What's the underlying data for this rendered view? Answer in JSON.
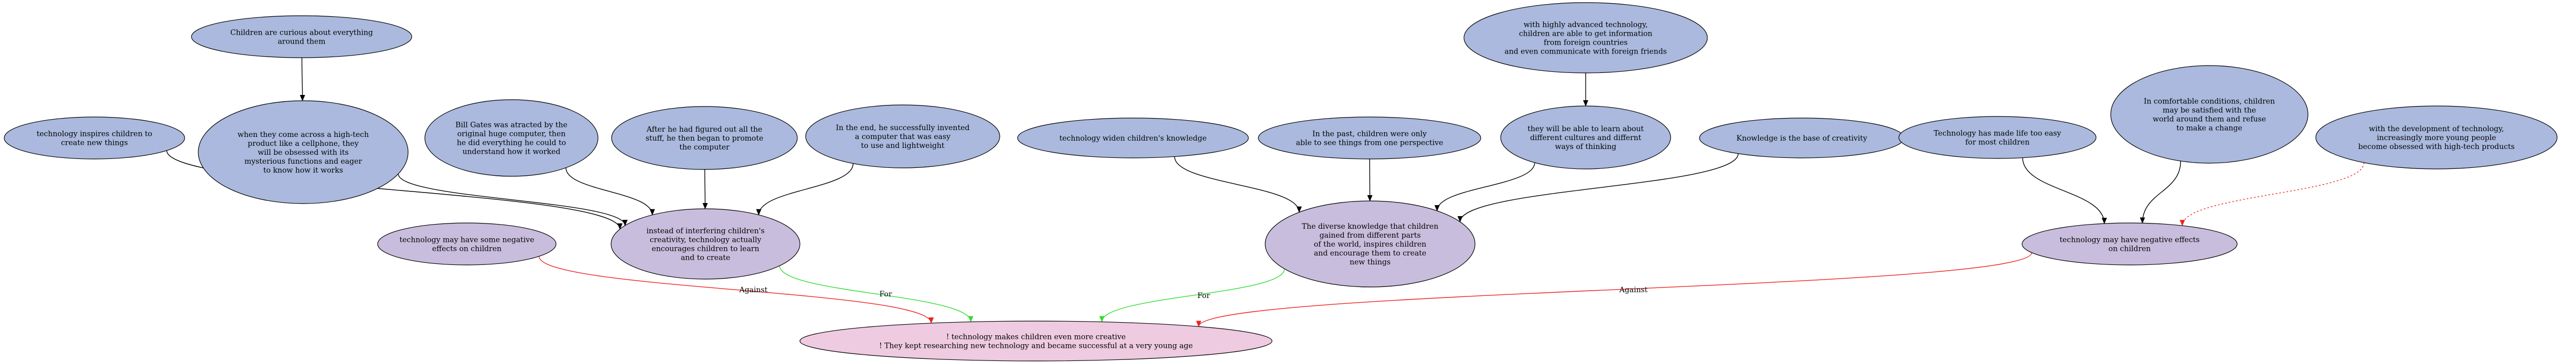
{
  "colors": {
    "blue": "#aab9dd",
    "purple": "#c9bddd",
    "pink": "#eecbe0",
    "for_edge": "#33dd33",
    "against_edge": "#ee2222",
    "dotted_edge": "#ee2222",
    "support_edge": "#000000"
  },
  "nodes": {
    "curious": {
      "lines": [
        "Children are curious about everything",
        "around them"
      ]
    },
    "inspires": {
      "lines": [
        "technology inspires children to",
        "create new things"
      ]
    },
    "hightech": {
      "lines": [
        "when they come across a high-tech",
        "product like a cellphone, they",
        "will be obsessed with its",
        "mysterious functions and eager",
        "to know how it works"
      ]
    },
    "gates": {
      "lines": [
        "Bill Gates was atracted by the",
        "original huge computer, then",
        "he did everything he could to",
        "understand how it worked"
      ]
    },
    "figured": {
      "lines": [
        "After he had figured out all the",
        "stuff, he then began to promote",
        "the computer"
      ]
    },
    "invented": {
      "lines": [
        "In the end, he successfully invented",
        "a computer that was easy",
        "to use and lightweight"
      ]
    },
    "widen": {
      "lines": [
        "technology widen children's knowledge"
      ]
    },
    "past": {
      "lines": [
        "In the past, children were only",
        "able to see things from one perspective"
      ]
    },
    "advanced": {
      "lines": [
        "with highly advanced technology,",
        "children are able to get information",
        "from foreign countries",
        "and even communicate with foreign friends"
      ]
    },
    "cultures": {
      "lines": [
        "they will be able to learn about",
        "different cultures and differnt",
        "ways of thinking"
      ]
    },
    "base": {
      "lines": [
        "Knowledge is the base of creativity"
      ]
    },
    "easy": {
      "lines": [
        "Technology has made life too easy",
        "for most children"
      ]
    },
    "comfortable": {
      "lines": [
        "In comfortable conditions, children",
        "may be satisfied with the",
        "world around them and refuse",
        "to make a change"
      ]
    },
    "development": {
      "lines": [
        "with the development of technology,",
        "increasingly more young people",
        "become obsessed with high-tech products"
      ]
    },
    "some_negative": {
      "lines": [
        "technology may have some negative",
        "effects on children"
      ]
    },
    "instead": {
      "lines": [
        "instead of interfering children's",
        "creativity, technology actually",
        "encourages children to learn",
        "and to create"
      ]
    },
    "diverse": {
      "lines": [
        "The diverse knowledge that children",
        "gained from different parts",
        "of the world, inspires children",
        "and encourage them to create",
        "new things"
      ]
    },
    "negative": {
      "lines": [
        "technology may have negative effects",
        "on children"
      ]
    },
    "main": {
      "lines": [
        "! technology makes children even more creative",
        "! They kept researching new technology and became successful at a very young age"
      ]
    }
  },
  "edges": [
    {
      "from": "curious",
      "to": "hightech",
      "type": "support"
    },
    {
      "from": "inspires",
      "to": "instead",
      "type": "support"
    },
    {
      "from": "hightech",
      "to": "instead",
      "type": "support"
    },
    {
      "from": "gates",
      "to": "instead",
      "type": "support"
    },
    {
      "from": "figured",
      "to": "instead",
      "type": "support"
    },
    {
      "from": "invented",
      "to": "instead",
      "type": "support"
    },
    {
      "from": "widen",
      "to": "diverse",
      "type": "support"
    },
    {
      "from": "past",
      "to": "diverse",
      "type": "support"
    },
    {
      "from": "advanced",
      "to": "cultures",
      "type": "support"
    },
    {
      "from": "cultures",
      "to": "diverse",
      "type": "support"
    },
    {
      "from": "base",
      "to": "diverse",
      "type": "support"
    },
    {
      "from": "easy",
      "to": "negative",
      "type": "support"
    },
    {
      "from": "comfortable",
      "to": "negative",
      "type": "support"
    },
    {
      "from": "development",
      "to": "negative",
      "type": "dotted"
    },
    {
      "from": "some_negative",
      "to": "main",
      "type": "against",
      "label": "Against"
    },
    {
      "from": "instead",
      "to": "main",
      "type": "for",
      "label": "For"
    },
    {
      "from": "diverse",
      "to": "main",
      "type": "for",
      "label": "For"
    },
    {
      "from": "negative",
      "to": "main",
      "type": "against",
      "label": "Against"
    }
  ]
}
